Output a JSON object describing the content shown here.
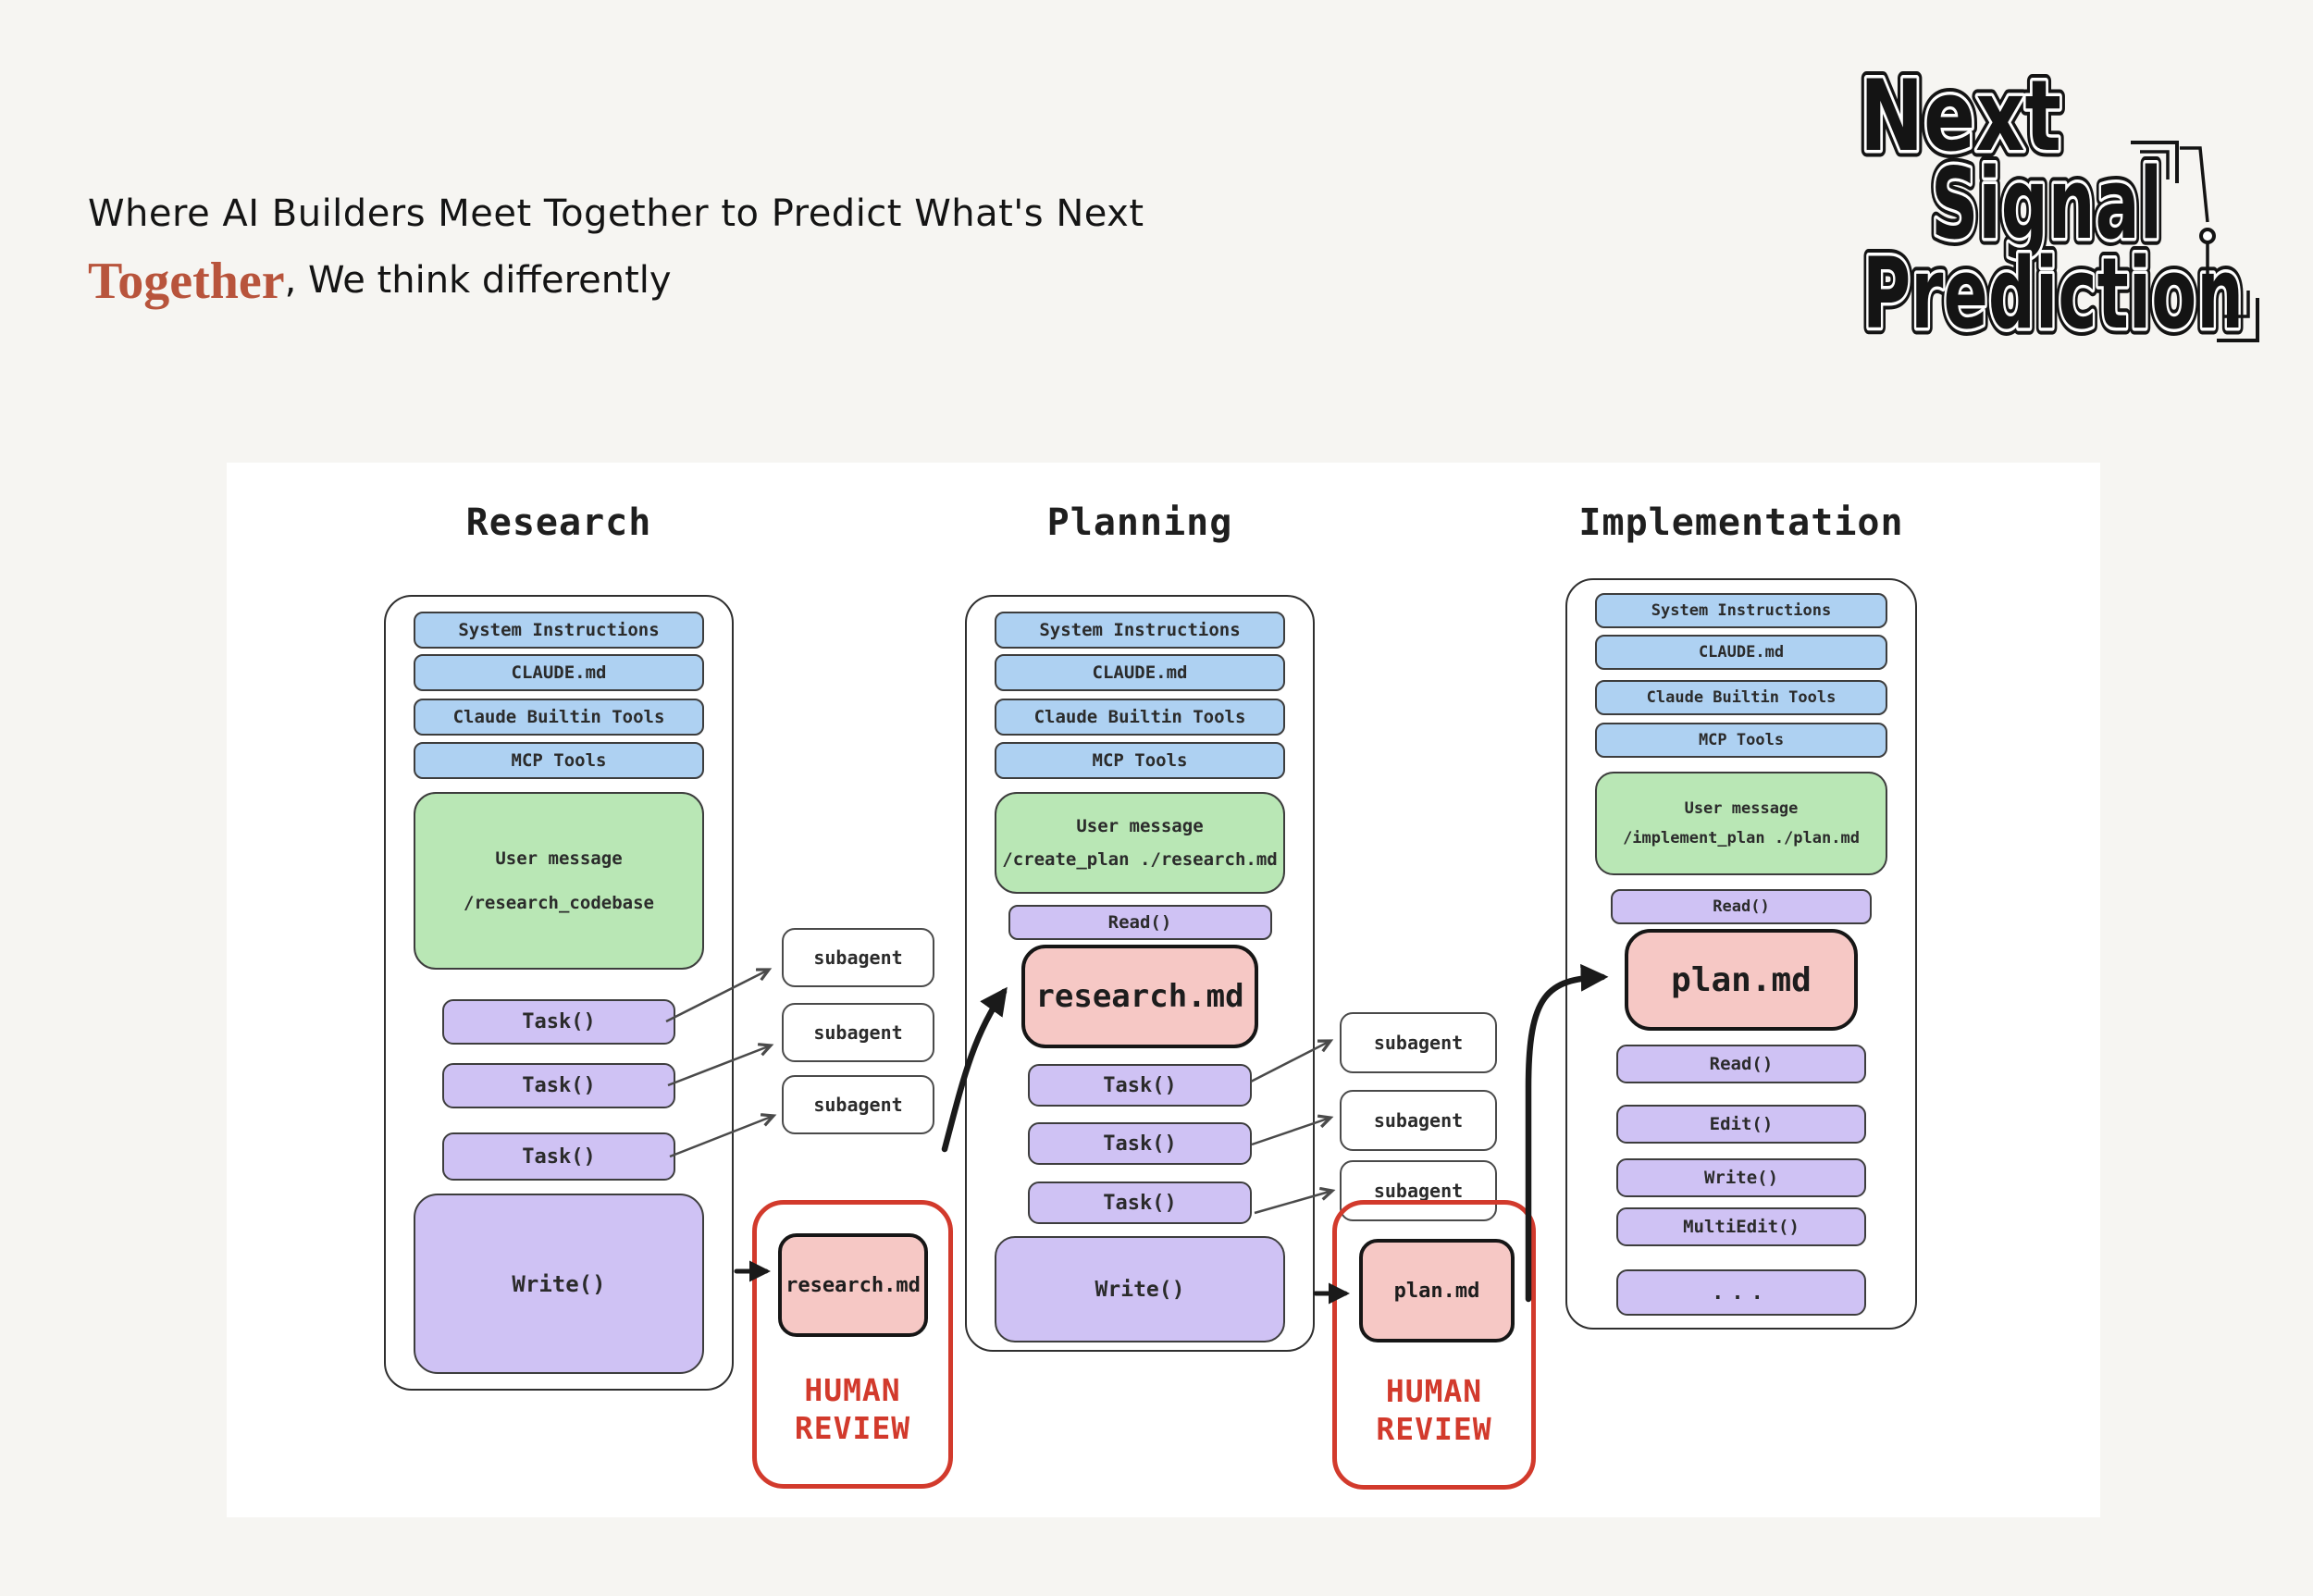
{
  "header": {
    "tagline": "Where AI Builders Meet Together to Predict What's Next",
    "together_word": "Together",
    "together_rest": ", We think differently"
  },
  "logo": {
    "line1": "Next",
    "line2": "Signal",
    "line3": "Prediction"
  },
  "research": {
    "title": "Research",
    "pills": [
      "System Instructions",
      "CLAUDE.md",
      "Claude Builtin Tools",
      "MCP Tools"
    ],
    "user_message_label": "User message",
    "user_message_command": "/research_codebase",
    "tasks": [
      "Task()",
      "Task()",
      "Task()"
    ],
    "write_label": "Write()"
  },
  "planning": {
    "title": "Planning",
    "pills": [
      "System Instructions",
      "CLAUDE.md",
      "Claude Builtin Tools",
      "MCP Tools"
    ],
    "user_message_label": "User message",
    "user_message_command": "/create_plan ./research.md",
    "read_label": "Read()",
    "artifact_label": "research.md",
    "tasks": [
      "Task()",
      "Task()",
      "Task()"
    ],
    "write_label": "Write()"
  },
  "implementation": {
    "title": "Implementation",
    "pills": [
      "System Instructions",
      "CLAUDE.md",
      "Claude Builtin Tools",
      "MCP Tools"
    ],
    "user_message_label": "User message",
    "user_message_command": "/implement_plan ./plan.md",
    "read_label": "Read()",
    "artifact_label": "plan.md",
    "tools": [
      "Read()",
      "Edit()",
      "Write()",
      "MultiEdit()",
      "..."
    ]
  },
  "subagents": {
    "group1": [
      "subagent",
      "subagent",
      "subagent"
    ],
    "group2": [
      "subagent",
      "subagent",
      "subagent"
    ]
  },
  "reviews": [
    {
      "artifact": "research.md",
      "line1": "HUMAN",
      "line2": "REVIEW"
    },
    {
      "artifact": "plan.md",
      "line1": "HUMAN",
      "line2": "REVIEW"
    }
  ],
  "colors": {
    "context_blue": "#aed1f2",
    "message_green": "#b9e7b5",
    "tool_purple": "#cfc2f4",
    "artifact_pink": "#f6c8c5",
    "review_red": "#d23a2c",
    "accent_terracotta": "#b8543c"
  }
}
